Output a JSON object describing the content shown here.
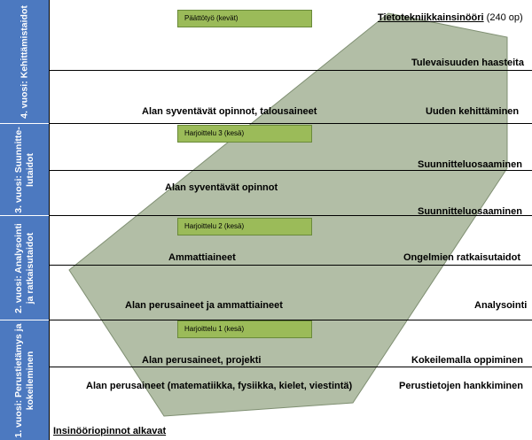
{
  "colors": {
    "sidebar": "#4c79c0",
    "arrow_fill": "#a7b59a",
    "box_fill": "#9bbb59"
  },
  "years": [
    {
      "label_line1": "4. vuosi: Kehittämistaidot",
      "label_line2": ""
    },
    {
      "label_line1": "3. vuosi: Suunnitte-",
      "label_line2": "lutaidot"
    },
    {
      "label_line1": "2. vuosi: Analysointi",
      "label_line2": "ja ratkaisutaidot"
    },
    {
      "label_line1": "1. vuosi: Perustietämys ja",
      "label_line2": "kokeileminen"
    }
  ],
  "boxes": {
    "thesis": "Päättötyö (kevät)",
    "internship3": "Harjoittelu 3 (kesä)",
    "internship2": "Harjoittelu 2 (kesä)",
    "internship1": "Harjoittelu 1 (kesä)"
  },
  "degree": {
    "title": "Tietotekniikkainsinööri",
    "credits": "(240 op)"
  },
  "start_label": "Insinööriopinnot alkavat",
  "course_items": {
    "year4": "Alan syventävät opinnot, talousaineet",
    "year3": "Alan syventävät opinnot",
    "year2_upper": "Ammattiaineet",
    "year2_lower": "Alan perusaineet ja ammattiaineet",
    "year1_upper": "Alan perusaineet, projekti",
    "year1_lower": "Alan perusaineet (matematiikka, fysiikka, kielet, viestintä)"
  },
  "skill_items": {
    "future_challenges": "Tulevaisuuden haasteita",
    "developing_new": "Uuden kehittäminen",
    "design_skill_1": "Suunnitteluosaaminen",
    "design_skill_2": "Suunnitteluosaaminen",
    "problem_solving": "Ongelmien ratkaisutaidot",
    "analysis": "Analysointi",
    "learning_by_trying": "Kokeilemalla oppiminen",
    "basic_knowledge": "Perustietojen hankkiminen"
  }
}
